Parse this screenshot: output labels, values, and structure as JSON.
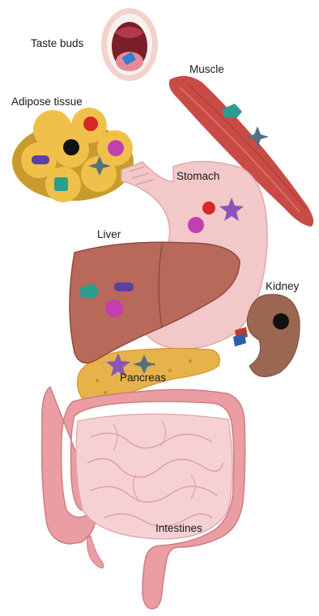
{
  "labels": {
    "taste_buds": "Taste buds",
    "muscle": "Muscle",
    "adipose_tissue": "Adipose tissue",
    "stomach": "Stomach",
    "liver": "Liver",
    "kidney": "Kidney",
    "pancreas": "Pancreas",
    "intestines": "Intestines"
  },
  "marker_colors": {
    "teal": "#2a9d8f",
    "red": "#d62828",
    "magenta": "#c13fb3",
    "indigo": "#5b3fa6",
    "black": "#111111",
    "slate": "#52707e",
    "purple": "#8a55b8"
  }
}
